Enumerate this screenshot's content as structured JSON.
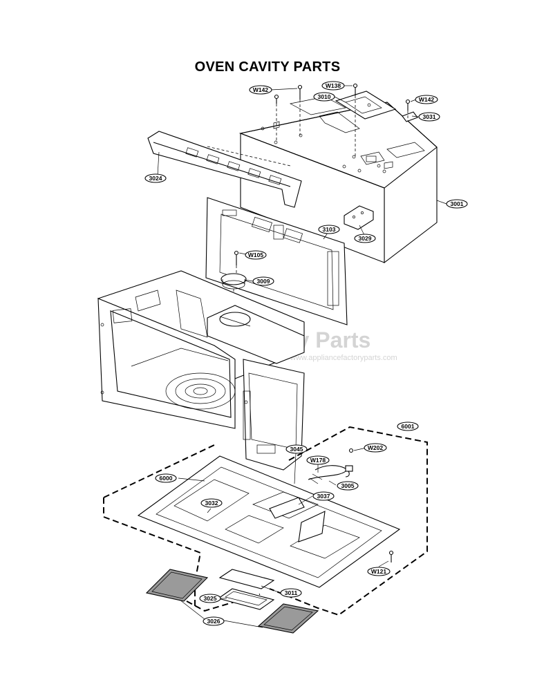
{
  "title": "OVEN CAVITY PARTS",
  "watermark": {
    "main": "Appliance Factory Parts",
    "sub": "www.appliancefactoryparts.com"
  },
  "callouts": {
    "w142_a": "W142",
    "w138": "W138",
    "3010": "3010",
    "w142_b": "W142",
    "3031": "3031",
    "3024": "3024",
    "3001": "3001",
    "3029": "3029",
    "3103": "3103",
    "w105": "W105",
    "3009": "3009",
    "6001": "6001",
    "3045": "3045",
    "w202": "W202",
    "w178": "W178",
    "6000": "6000",
    "3005": "3005",
    "3032": "3032",
    "3037": "3037",
    "w121": "W121",
    "3011": "3011",
    "3025": "3025",
    "3026": "3026"
  }
}
